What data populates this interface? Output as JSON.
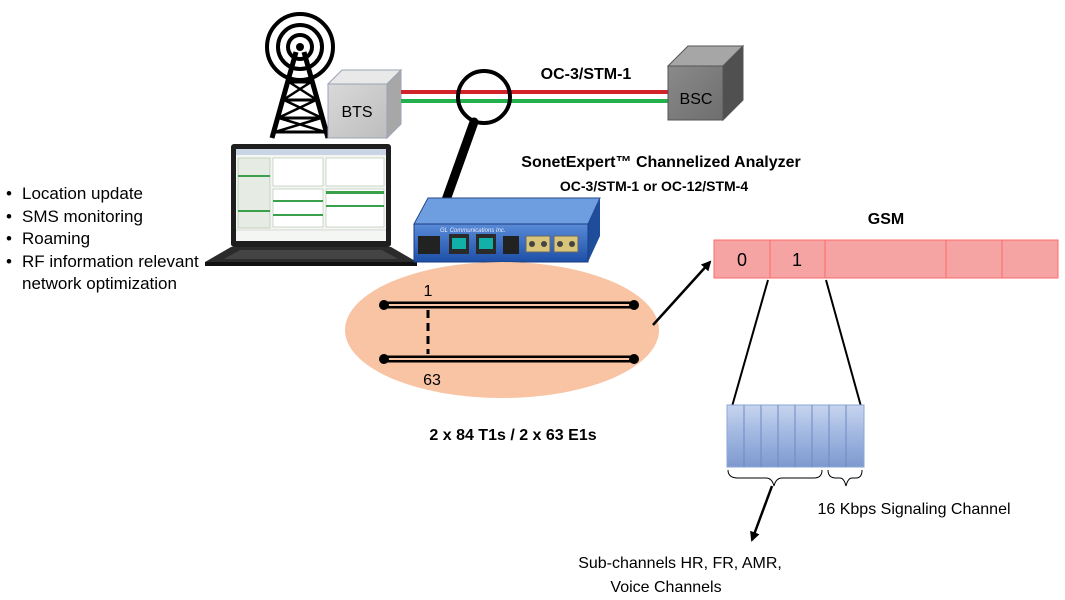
{
  "link_label": "OC-3/STM-1",
  "bts_label": "BTS",
  "bsc_label": "BSC",
  "analyzer": {
    "title": "SonetExpert™ Channelized Analyzer",
    "subtitle": "OC-3/STM-1 or OC-12/STM-4",
    "brand": "GL Communications Inc."
  },
  "features": [
    "Location update",
    "SMS monitoring",
    "Roaming",
    "RF information relevant",
    "network  optimization"
  ],
  "channels": {
    "first": "1",
    "last": "63",
    "caption": "2 x 84 T1s / 2 x 63 E1s"
  },
  "gsm": {
    "label": "GSM",
    "slots": [
      "0",
      "1"
    ]
  },
  "signaling_label": "16 Kbps Signaling Channel",
  "subchannel_label": [
    "Sub-channels HR, FR, AMR,",
    "Voice Channels"
  ],
  "colors": {
    "red_line": "#d2232a",
    "green_line": "#22b14c",
    "gsm_fill": "#f5a3a3",
    "ellipse_fill": "#f8c4a4",
    "frame_fill": "#9fb6e0"
  }
}
